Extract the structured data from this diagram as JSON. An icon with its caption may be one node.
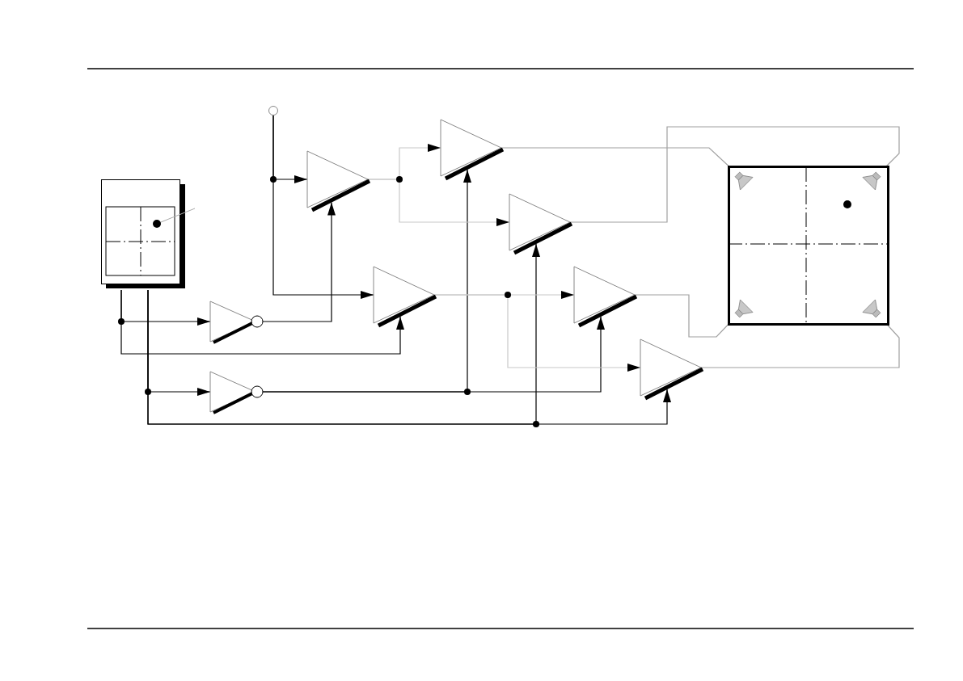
{
  "diagram": {
    "nodes": [
      {
        "text": [],
        "shape": "box"
      },
      {
        "text": [],
        "shape": "circle"
      },
      {
        "text": [],
        "shape": "triangle"
      },
      {
        "text": [],
        "shape": "triangle"
      },
      {
        "text": [],
        "shape": "triangle"
      },
      {
        "text": [],
        "shape": "triangle"
      },
      {
        "text": [],
        "shape": "triangle"
      },
      {
        "text": [],
        "shape": "triangle"
      },
      {
        "text": [],
        "shape": "triangle"
      },
      {
        "text": [],
        "shape": "triangle"
      },
      {
        "text": [],
        "shape": "box"
      },
      {
        "text": [],
        "shape": "speaker",
        "in": 10
      },
      {
        "text": [],
        "shape": "speaker",
        "in": 10
      },
      {
        "text": [],
        "shape": "speaker",
        "in": 10
      },
      {
        "text": [],
        "shape": "speaker",
        "in": 10
      }
    ],
    "edges": [
      {
        "from": 1,
        "to": 2,
        "arrow": "to"
      },
      {
        "from": 1,
        "to": 5,
        "arrow": "to"
      },
      {
        "from": 0,
        "to": 8,
        "arrow": "to"
      },
      {
        "from": 0,
        "to": 5,
        "arrow": "to"
      },
      {
        "from": 0,
        "to": 9,
        "arrow": "to"
      },
      {
        "from": 0,
        "to": 4,
        "arrow": "to"
      },
      {
        "from": 0,
        "to": 7,
        "arrow": "to"
      },
      {
        "from": 8,
        "to": 2,
        "arrow": "to"
      },
      {
        "from": 9,
        "to": 3,
        "arrow": "to"
      },
      {
        "from": 9,
        "to": 6,
        "arrow": "to"
      },
      {
        "from": 2,
        "to": 3,
        "arrow": "to",
        "color": "#c8c8c8"
      },
      {
        "from": 2,
        "to": 4,
        "arrow": "to",
        "color": "#c8c8c8"
      },
      {
        "from": 5,
        "to": 6,
        "arrow": "to",
        "color": "#c8c8c8"
      },
      {
        "from": 5,
        "to": 7,
        "arrow": "to",
        "color": "#c8c8c8"
      },
      {
        "from": 3,
        "to": 11,
        "arrow": "none",
        "color": "#a0a0a0"
      },
      {
        "from": 4,
        "to": 12,
        "arrow": "none",
        "color": "#a0a0a0"
      },
      {
        "from": 6,
        "to": 13,
        "arrow": "none",
        "color": "#a0a0a0"
      },
      {
        "from": 7,
        "to": 14,
        "arrow": "none",
        "color": "#a0a0a0"
      }
    ]
  }
}
